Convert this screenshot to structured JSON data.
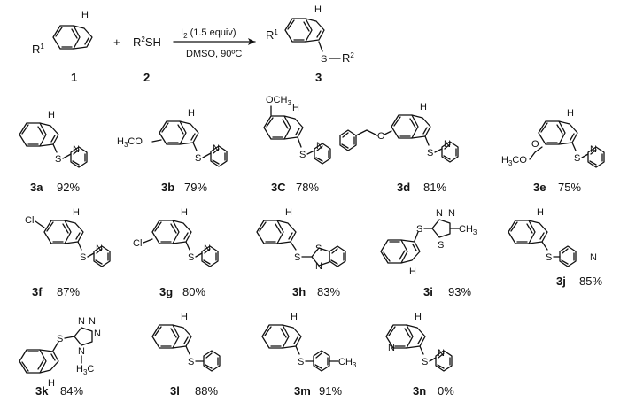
{
  "reaction": {
    "reactant1_label": "1",
    "reactant2_label": "2",
    "product_label": "3",
    "plus": "+",
    "r1": "R",
    "r1_sup": "1",
    "r2sh": "R",
    "r2sh_sup": "2",
    "r2sh_tail": "SH",
    "reagent": "I",
    "reagent_sub": "2",
    "reagent_tail": " (1.5 equiv)",
    "conditions": "DMSO,  90ºC",
    "product_r2": "R",
    "product_r2_sup": "2"
  },
  "atoms": {
    "nh": "H",
    "n": "N",
    "s": "S",
    "o": "O",
    "cl": "Cl",
    "och3": "OCH",
    "och3_sub": "3",
    "h3co": "H",
    "h3co_sub": "3",
    "h3co_tail": "CO",
    "ch3": "CH",
    "ch3_sub": "3"
  },
  "compounds": [
    {
      "id": "3a",
      "yield": "92%"
    },
    {
      "id": "3b",
      "yield": "79%"
    },
    {
      "id": "3C",
      "yield": "78%"
    },
    {
      "id": "3d",
      "yield": "81%"
    },
    {
      "id": "3e",
      "yield": "75%"
    },
    {
      "id": "3f",
      "yield": "87%"
    },
    {
      "id": "3g",
      "yield": "80%"
    },
    {
      "id": "3h",
      "yield": "83%"
    },
    {
      "id": "3i",
      "yield": "93%"
    },
    {
      "id": "3j",
      "yield": "85%"
    },
    {
      "id": "3k",
      "yield": "84%"
    },
    {
      "id": "3l",
      "yield": "88%"
    },
    {
      "id": "3m",
      "yield": "91%"
    },
    {
      "id": "3n",
      "yield": "0%"
    }
  ]
}
